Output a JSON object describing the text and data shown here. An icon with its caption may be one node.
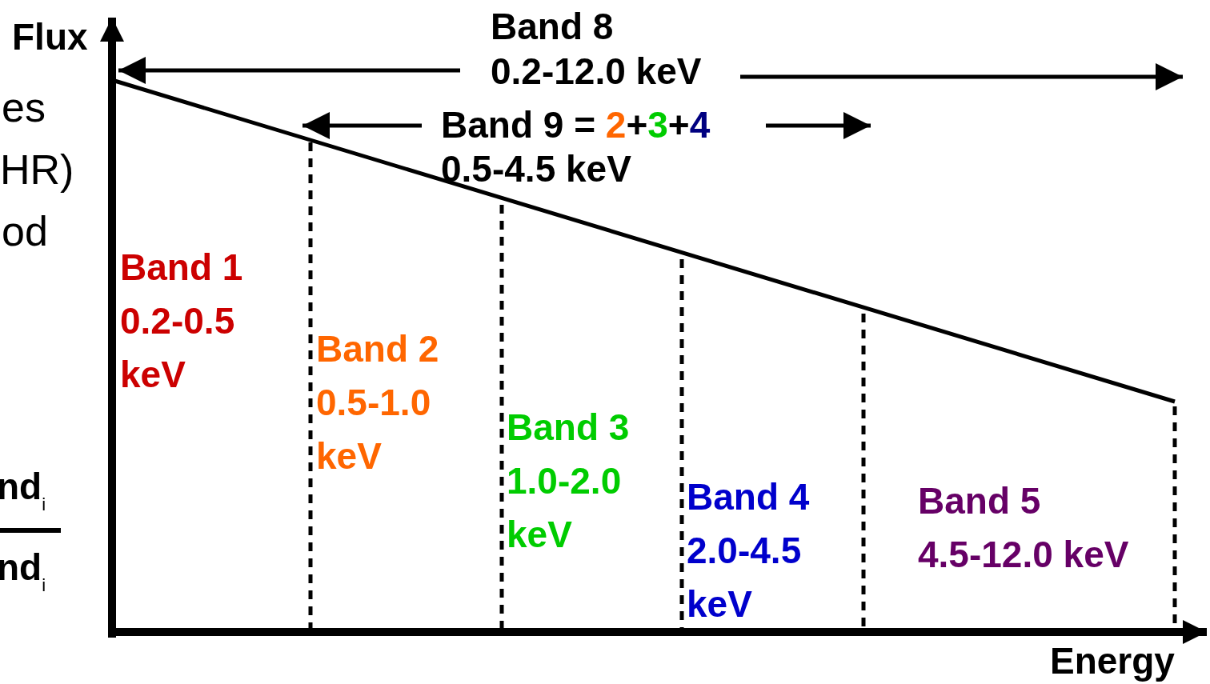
{
  "diagram": {
    "labels": [
      "Flux",
      "Band 8",
      "0.2-12.0 keV",
      "es",
      "Band 9 = 2+3+4",
      "HR)",
      "0.5-4.5 keV",
      "od",
      "Band 1 0.2-0.5 keV",
      "Band 2 0.5-1.0 keV",
      "Band 3 1.0-2.0 keV",
      "Band 4 2.0-4.5 keV",
      "Band 5 4.5-12.0 keV",
      "nd$_{i}$",
      "nd$_{i}$",
      "Energy"
    ]
  }
}
